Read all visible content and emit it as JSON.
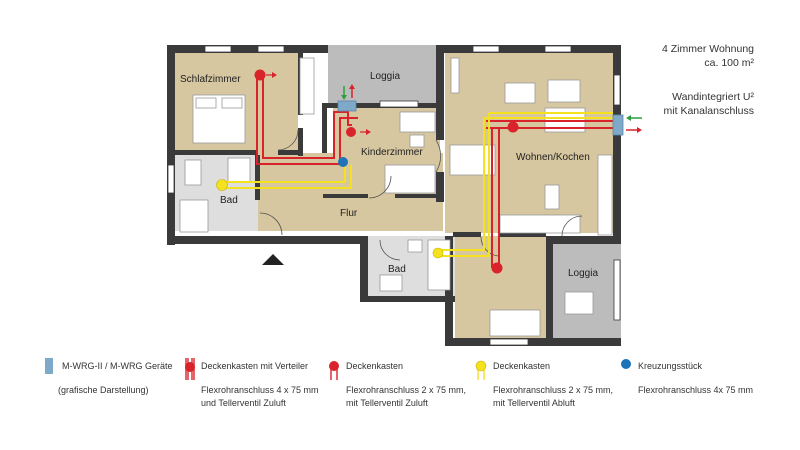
{
  "info": {
    "line1": "4 Zimmer Wohnung",
    "line2": "ca. 100 m²",
    "line3": "Wandintegriert U²",
    "line4": "mit Kanalanschluss"
  },
  "rooms": {
    "schlafzimmer": "Schlafzimmer",
    "loggia1": "Loggia",
    "kinderzimmer": "Kinderzimmer",
    "wohnen": "Wohnen/Kochen",
    "bad1": "Bad",
    "flur": "Flur",
    "bad2": "Bad",
    "loggia2": "Loggia"
  },
  "legend": {
    "device": {
      "title": "M-WRG-II / M-WRG Geräte",
      "note": "(grafische Darstellung)",
      "color": "#7fa9c9"
    },
    "red_distributor": {
      "title": "Deckenkasten mit Verteiler",
      "desc1": "Flexrohranschluss 4 x 75 mm",
      "desc2": "und Tellerventil Zuluft",
      "color": "#d9232a"
    },
    "red_box": {
      "title": "Deckenkasten",
      "desc1": "Flexrohranschluss 2 x 75 mm,",
      "desc2": "mit Tellerventil Zuluft",
      "color": "#d9232a"
    },
    "yellow_box": {
      "title": "Deckenkasten",
      "desc1": "Flexrohranschluss 2 x 75 mm,",
      "desc2": "mit Tellerventil Abluft",
      "color": "#f4e11f"
    },
    "cross": {
      "title": "Kreuzungsstück",
      "desc1": "Flexrohranschluss 4x 75 mm",
      "color": "#1f73b7"
    }
  },
  "colors": {
    "wall": "#3a3a3a",
    "floor": "#d7c7a0",
    "tile": "#dedede",
    "loggia": "#bcbcbc",
    "supply_pipe": "#d9232a",
    "exhaust_pipe": "#f4e11f",
    "outside_air_arrow": "#2e9e3e"
  }
}
